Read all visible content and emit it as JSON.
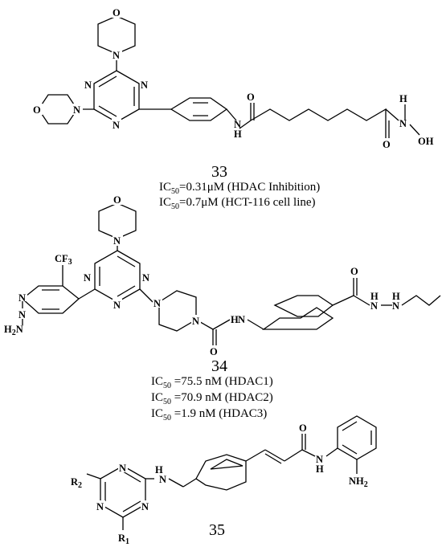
{
  "compounds": [
    {
      "number": "33",
      "activity": [
        {
          "prefix": "IC",
          "sub": "50",
          "text": "=0.31μM (HDAC Inhibition)"
        },
        {
          "prefix": "IC",
          "sub": "50",
          "text": "=0.7μM (HCT-116 cell line)"
        }
      ]
    },
    {
      "number": "34",
      "activity": [
        {
          "prefix": "IC",
          "sub": "50",
          "text": " =75.5 nM (HDAC1)"
        },
        {
          "prefix": "IC",
          "sub": "50",
          "text": " =70.9 nM (HDAC2)"
        },
        {
          "prefix": "IC",
          "sub": "50",
          "text": " =1.9 nM (HDAC3)"
        }
      ]
    },
    {
      "number": "35",
      "activity": []
    }
  ],
  "atoms": {
    "N": "N",
    "O": "O",
    "H": "H",
    "OH": "OH",
    "CF3": "CF",
    "CF3_sub": "3",
    "H2N": "H",
    "H2N_sub": "2",
    "H2N_N": "N",
    "NH2": "NH",
    "NH2_sub": "2",
    "R": "R",
    "R1_sub": "1",
    "R2_sub": "2"
  }
}
